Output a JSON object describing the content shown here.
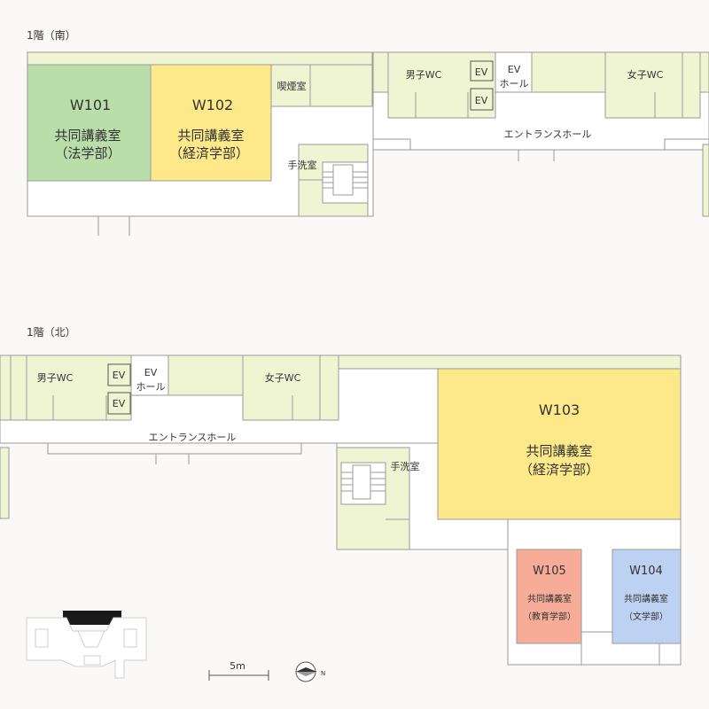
{
  "south": {
    "caption": "1階（南）",
    "w101": {
      "code": "W101",
      "line1": "共同講義室",
      "line2": "（法学部）"
    },
    "w102": {
      "code": "W102",
      "line1": "共同講義室",
      "line2": "（経済学部）"
    },
    "smoking": "喫煙室",
    "men_wc": "男子WC",
    "women_wc": "女子WC",
    "ev1": "EV",
    "ev2": "EV",
    "ev_hall_1": "EV",
    "ev_hall_2": "ホール",
    "entrance": "エントランスホール",
    "washroom": "手洗室"
  },
  "north": {
    "caption": "1階（北）",
    "men_wc": "男子WC",
    "women_wc": "女子WC",
    "ev1": "EV",
    "ev2": "EV",
    "ev_hall_1": "EV",
    "ev_hall_2": "ホール",
    "entrance": "エントランスホール",
    "washroom": "手洗室",
    "w103": {
      "code": "W103",
      "line1": "共同講義室",
      "line2": "（経済学部）"
    },
    "w105": {
      "code": "W105",
      "line1": "共同講義室",
      "line2": "（教育学部）"
    },
    "w104": {
      "code": "W104",
      "line1": "共同講義室",
      "line2": "（文学部）"
    }
  },
  "scale": {
    "label": "5m"
  },
  "colors": {
    "law": "#b9deaa",
    "economics": "#fde88a",
    "education": "#f6ac97",
    "literature": "#bdd1f3",
    "utility": "#eff5d2"
  }
}
